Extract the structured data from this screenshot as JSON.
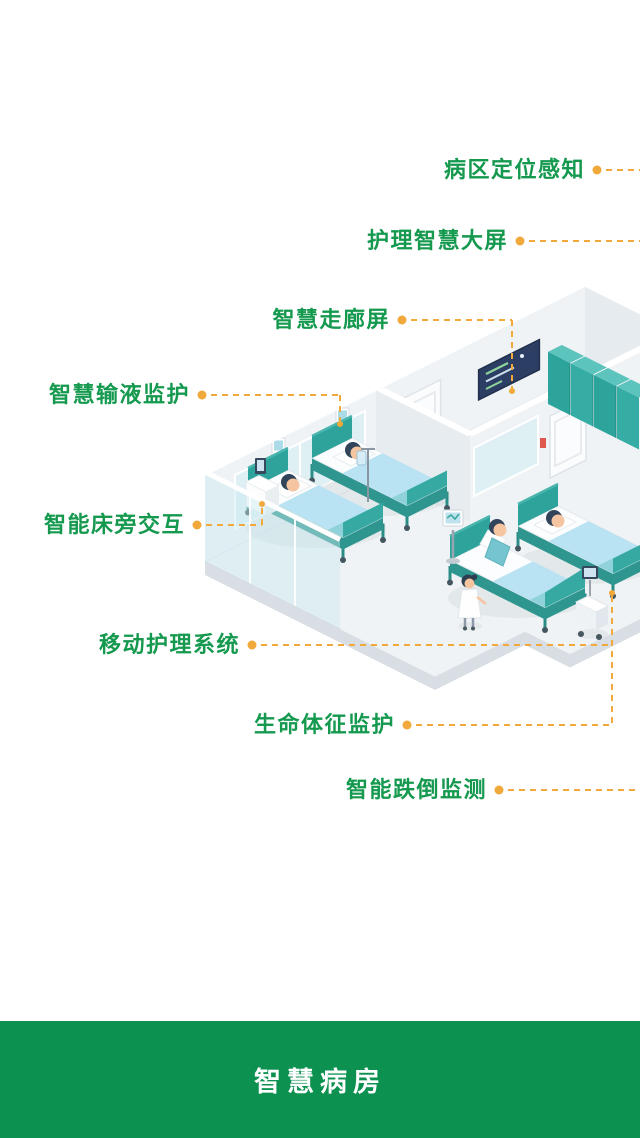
{
  "colors": {
    "label_green": "#14994f",
    "leader_orange": "#f2a93c",
    "footer_green": "#0c9150",
    "bed_teal": "#39a8a1",
    "cabinet_teal": "#2ca39b",
    "blanket_blue": "#b9e3f2"
  },
  "labels": [
    {
      "id": "ward-positioning",
      "text": "病区定位感知"
    },
    {
      "id": "nursing-big-screen",
      "text": "护理智慧大屏"
    },
    {
      "id": "corridor-screen",
      "text": "智慧走廊屏"
    },
    {
      "id": "infusion-monitoring",
      "text": "智慧输液监护"
    },
    {
      "id": "bedside-interaction",
      "text": "智能床旁交互"
    },
    {
      "id": "mobile-nursing",
      "text": "移动护理系统"
    },
    {
      "id": "vital-signs",
      "text": "生命体征监护"
    },
    {
      "id": "fall-detection",
      "text": "智能跌倒监测"
    }
  ],
  "footer": {
    "title": "智慧病房"
  },
  "scene": {
    "description": "isometric smart hospital ward illustration with patient beds, nurse, corridor screen and teal lockers"
  }
}
